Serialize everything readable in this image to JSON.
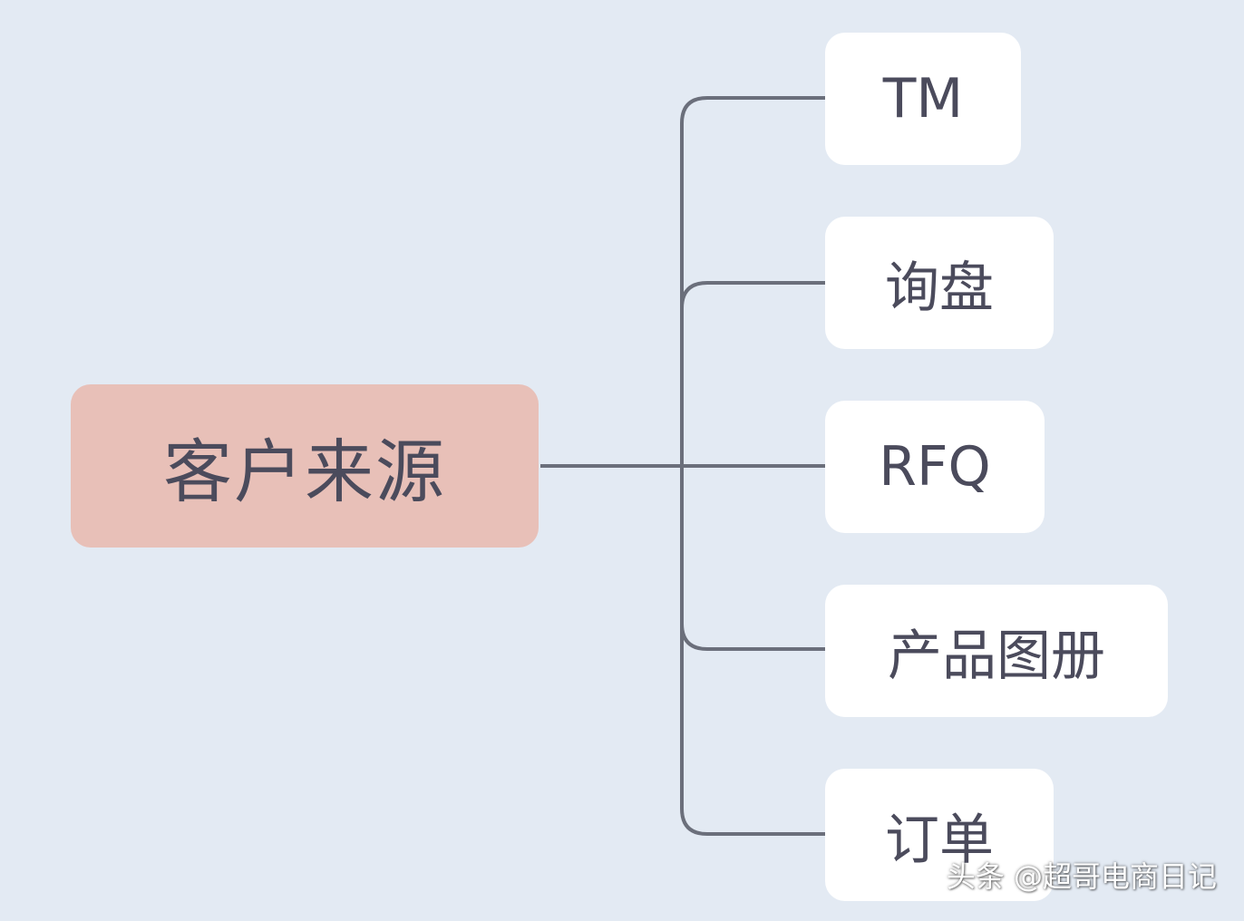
{
  "diagram": {
    "root": {
      "label": "客户来源"
    },
    "children": [
      {
        "label": "TM"
      },
      {
        "label": "询盘"
      },
      {
        "label": "RFQ"
      },
      {
        "label": "产品图册"
      },
      {
        "label": "订单"
      }
    ]
  },
  "watermark": "头条 @超哥电商日记",
  "colors": {
    "background": "#e3eaf3",
    "root_fill": "#e8c0b8",
    "child_fill": "#ffffff",
    "connector": "#6b6f7b",
    "text": "#4b4b5c"
  }
}
